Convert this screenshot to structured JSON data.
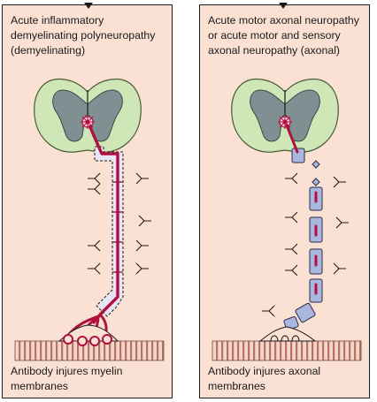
{
  "panels": {
    "left": {
      "title": "Acute inflammatory\ndemyelinating polyneuropathy\n(demyelinating)",
      "caption": "Antibody injures myelin\nmembranes"
    },
    "right": {
      "title": "Acute motor axonal neuropathy\nor acute motor and sensory\naxonal neuropathy (axonal)",
      "caption": "Antibody injures axonal\nmembranes"
    }
  },
  "colors": {
    "panel_bg": "#fbe1d3",
    "spinal_white_matter": "#cfe6b6",
    "spinal_grey_matter": "#7f8f92",
    "axon": "#b0103f",
    "myelin": "#a9b6dd",
    "muscle": "#c58a7c"
  }
}
